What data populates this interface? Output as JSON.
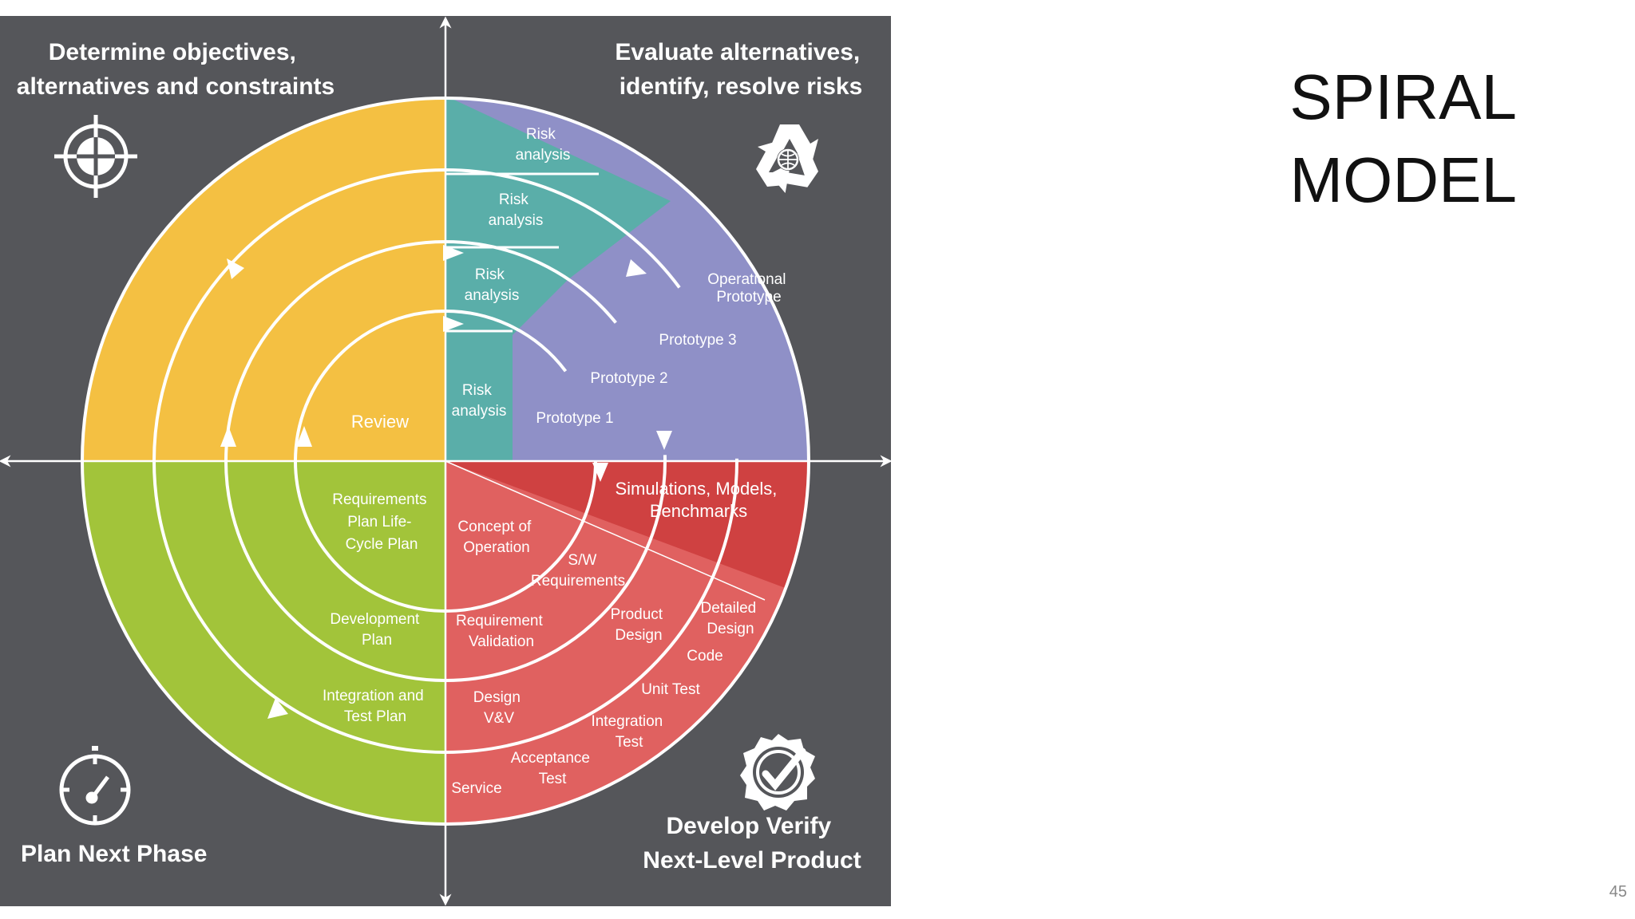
{
  "slide": {
    "title_line1": "SPIRAL",
    "title_line2": "MODEL",
    "page_number": "45"
  },
  "colors": {
    "background": "#55565a",
    "yellow": "#f4c042",
    "teal": "#5aaea9",
    "purple": "#8f90c7",
    "red_dark": "#cf4141",
    "red_light": "#e06160",
    "green": "#a2c43a"
  },
  "diagram": {
    "quadrants": {
      "top_left": [
        "Determine objectives,",
        "alternatives and constraints"
      ],
      "top_right": [
        "Evaluate alternatives,",
        "identify, resolve risks"
      ],
      "bottom_left": [
        "Plan Next Phase"
      ],
      "bottom_right": [
        "Develop Verify",
        "Next-Level Product"
      ]
    },
    "icons": {
      "top_left": "target-icon",
      "top_right": "recycle-icon",
      "bottom_left": "stopwatch-icon",
      "bottom_right": "badge-check-icon"
    },
    "labels": {
      "review": "Review",
      "risk1": [
        "Risk",
        "analysis"
      ],
      "risk2": [
        "Risk",
        "analysis"
      ],
      "risk3": [
        "Risk",
        "analysis"
      ],
      "risk4": [
        "Risk",
        "analysis"
      ],
      "prototype1": "Prototype 1",
      "prototype2": "Prototype 2",
      "prototype3": "Prototype 3",
      "operational_prototype": [
        "Operational",
        "Prototype"
      ],
      "simulations": [
        "Simulations, Models,",
        "Benchmarks"
      ],
      "requirements_plan": [
        "Requirements",
        "Plan Life-",
        "Cycle Plan"
      ],
      "concept": [
        "Concept of",
        "Operation"
      ],
      "sw_requirements": [
        "S/W",
        "Requirements"
      ],
      "development_plan": [
        "Development",
        "Plan"
      ],
      "requirement_validation": [
        "Requirement",
        "Validation"
      ],
      "product_design": [
        "Product",
        "Design"
      ],
      "detailed_design": [
        "Detailed",
        "Design"
      ],
      "code": "Code",
      "integration_test_plan": [
        "Integration and",
        "Test Plan"
      ],
      "design_vv": [
        "Design",
        "V&V"
      ],
      "unit_test": "Unit Test",
      "integration_test": [
        "Integration",
        "Test"
      ],
      "acceptance_test": [
        "Acceptance",
        "Test"
      ],
      "service": "Service"
    }
  }
}
